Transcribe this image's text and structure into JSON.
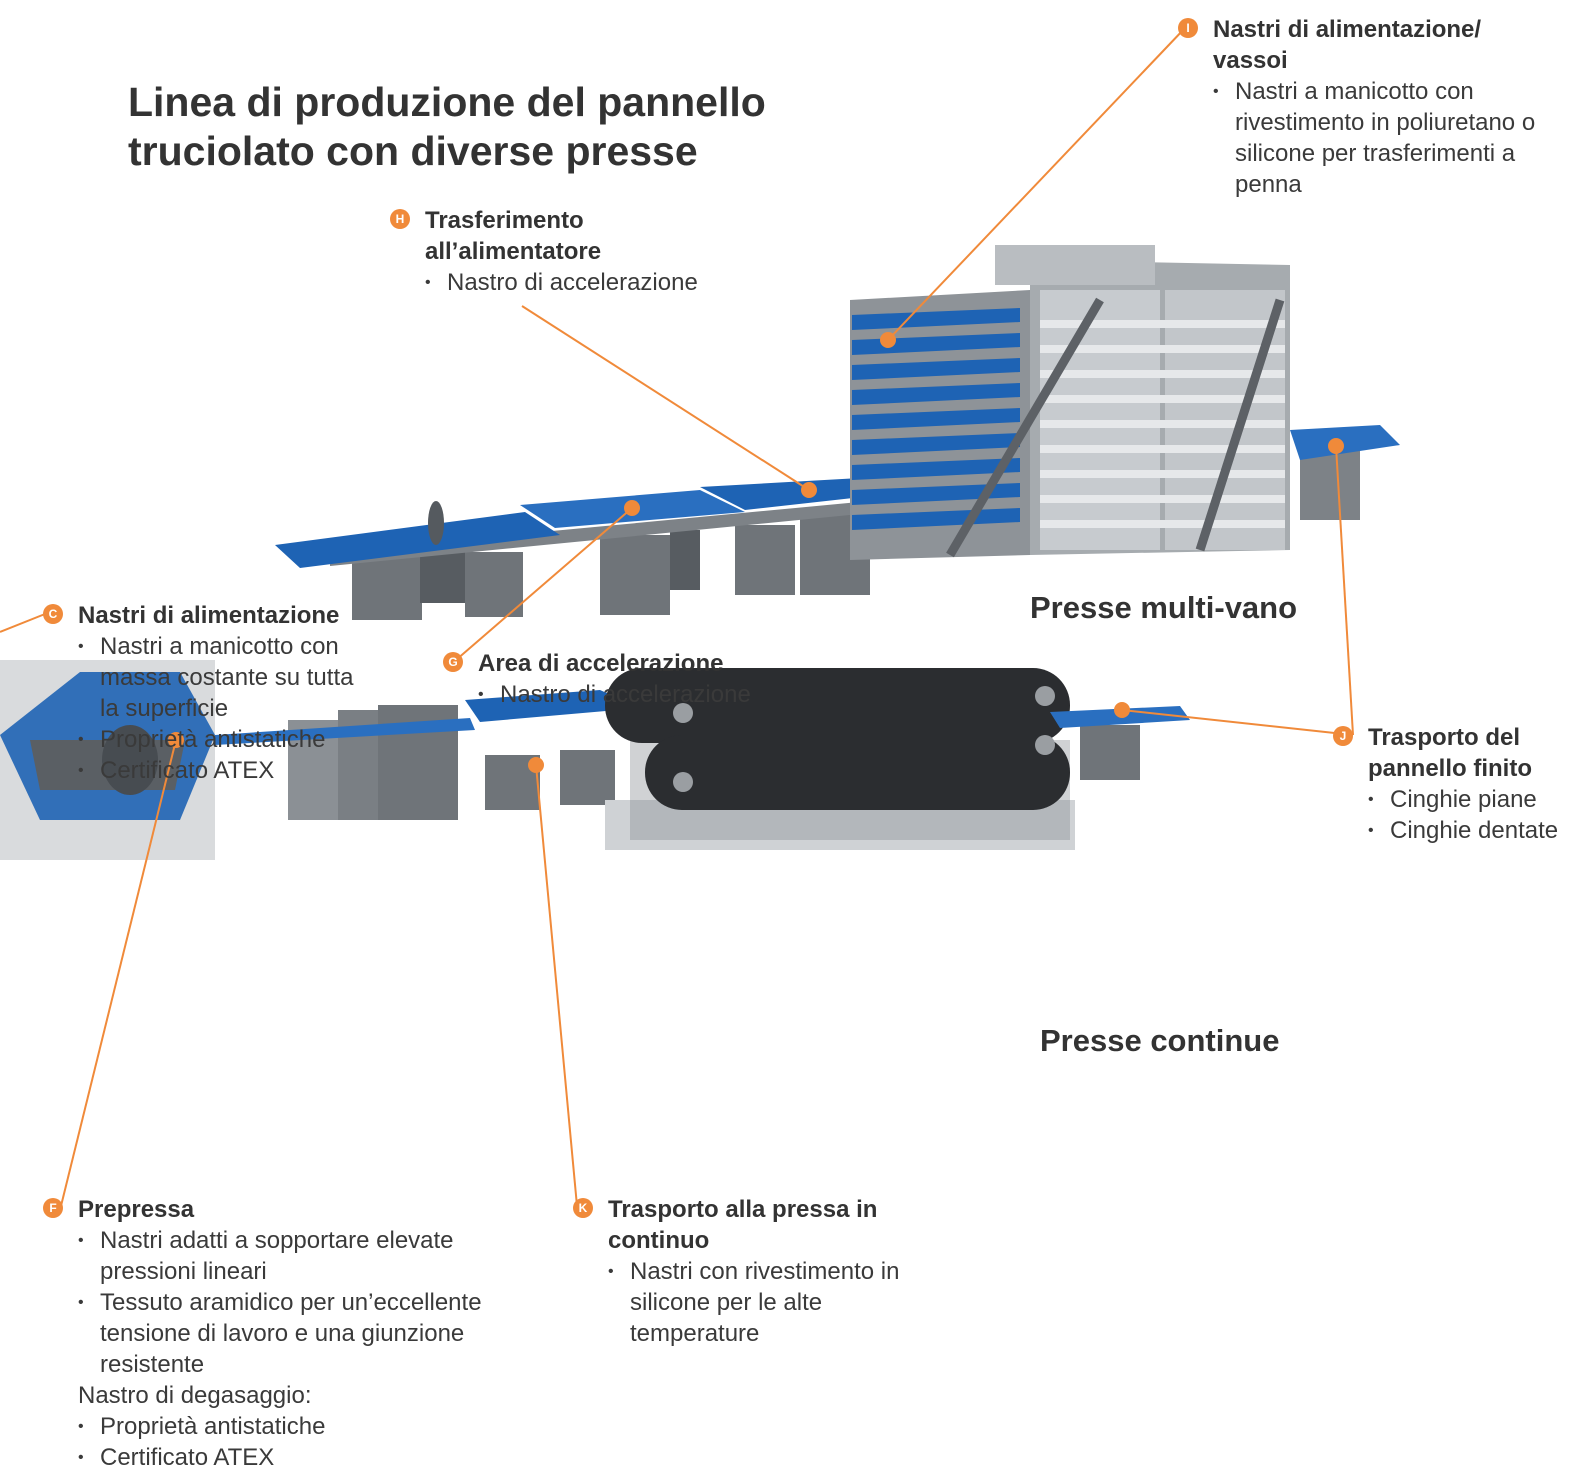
{
  "title": "Linea di produzione del pannello truciolato con diverse presse",
  "colors": {
    "accent": "#f08a3a",
    "belt": "#1e63b4",
    "machine": "#6f7479"
  },
  "sections": {
    "multi": "Presse multi-vano",
    "continuous": "Presse continue"
  },
  "callouts": {
    "C": {
      "badge": "C",
      "title": "Nastri di alimentazione",
      "items": [
        "Nastri a manicotto con massa costante su tutta la superficie",
        "Proprietà antistatiche",
        "Certificato ATEX"
      ]
    },
    "F": {
      "badge": "F",
      "title": "Prepressa",
      "items": [
        "Nastri adatti a sopportare elevate pressioni lineari",
        "Tessuto aramidico per un’eccellente tensione di lavoro e una giunzione resistente"
      ],
      "subtitle": "Nastro di degasaggio:",
      "items2": [
        "Proprietà antistatiche",
        "Certificato ATEX"
      ]
    },
    "G": {
      "badge": "G",
      "title": "Area di accelerazione",
      "items": [
        "Nastro di accelerazione"
      ]
    },
    "H": {
      "badge": "H",
      "title": "Trasferimento all’alimentatore",
      "items": [
        "Nastro di accelerazione"
      ]
    },
    "I": {
      "badge": "I",
      "title": "Nastri di alimentazione/ vassoi",
      "items": [
        "Nastri a manicotto con rivestimento in poliuretano o silicone per trasferimenti a penna"
      ]
    },
    "J": {
      "badge": "J",
      "title": "Trasporto del pannello finito",
      "items": [
        "Cinghie piane",
        "Cinghie dentate"
      ]
    },
    "K": {
      "badge": "K",
      "title": "Trasporto alla pressa in continuo",
      "items": [
        "Nastri con rivestimento in silicone per le alte temperature"
      ]
    }
  }
}
